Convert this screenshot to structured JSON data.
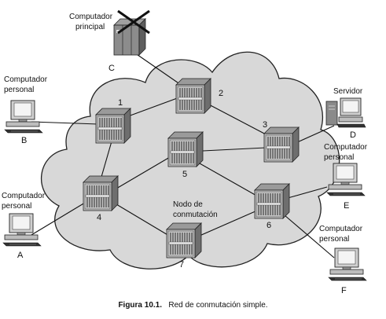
{
  "nodes": [
    {
      "num": "1"
    },
    {
      "num": "2"
    },
    {
      "num": "3"
    },
    {
      "num": "4"
    },
    {
      "num": "5"
    },
    {
      "num": "6"
    },
    {
      "num": "7"
    }
  ],
  "stations": [
    {
      "letter": "A",
      "label": [
        "Computador",
        "personal"
      ],
      "icon": "personal-computer-icon"
    },
    {
      "letter": "B",
      "label": [
        "Computador",
        "personal"
      ],
      "icon": "personal-computer-icon"
    },
    {
      "letter": "C",
      "label": [
        "Computador",
        "principal"
      ],
      "icon": "mainframe-icon"
    },
    {
      "letter": "D",
      "label": [
        "Servidor"
      ],
      "icon": "server-computer-icon"
    },
    {
      "letter": "E",
      "label": [
        "Computador",
        "personal"
      ],
      "icon": "personal-computer-icon"
    },
    {
      "letter": "F",
      "label": [
        "Computador",
        "personal"
      ],
      "icon": "personal-computer-icon"
    }
  ],
  "annotation": [
    "Nodo de",
    "conmutación"
  ],
  "caption": {
    "figure": "Figura 10.1.",
    "text": "Red de conmutación simple."
  },
  "colors": {
    "cloud_fill": "#d8d8d8",
    "cloud_stroke": "#222222",
    "link": "#111111"
  }
}
